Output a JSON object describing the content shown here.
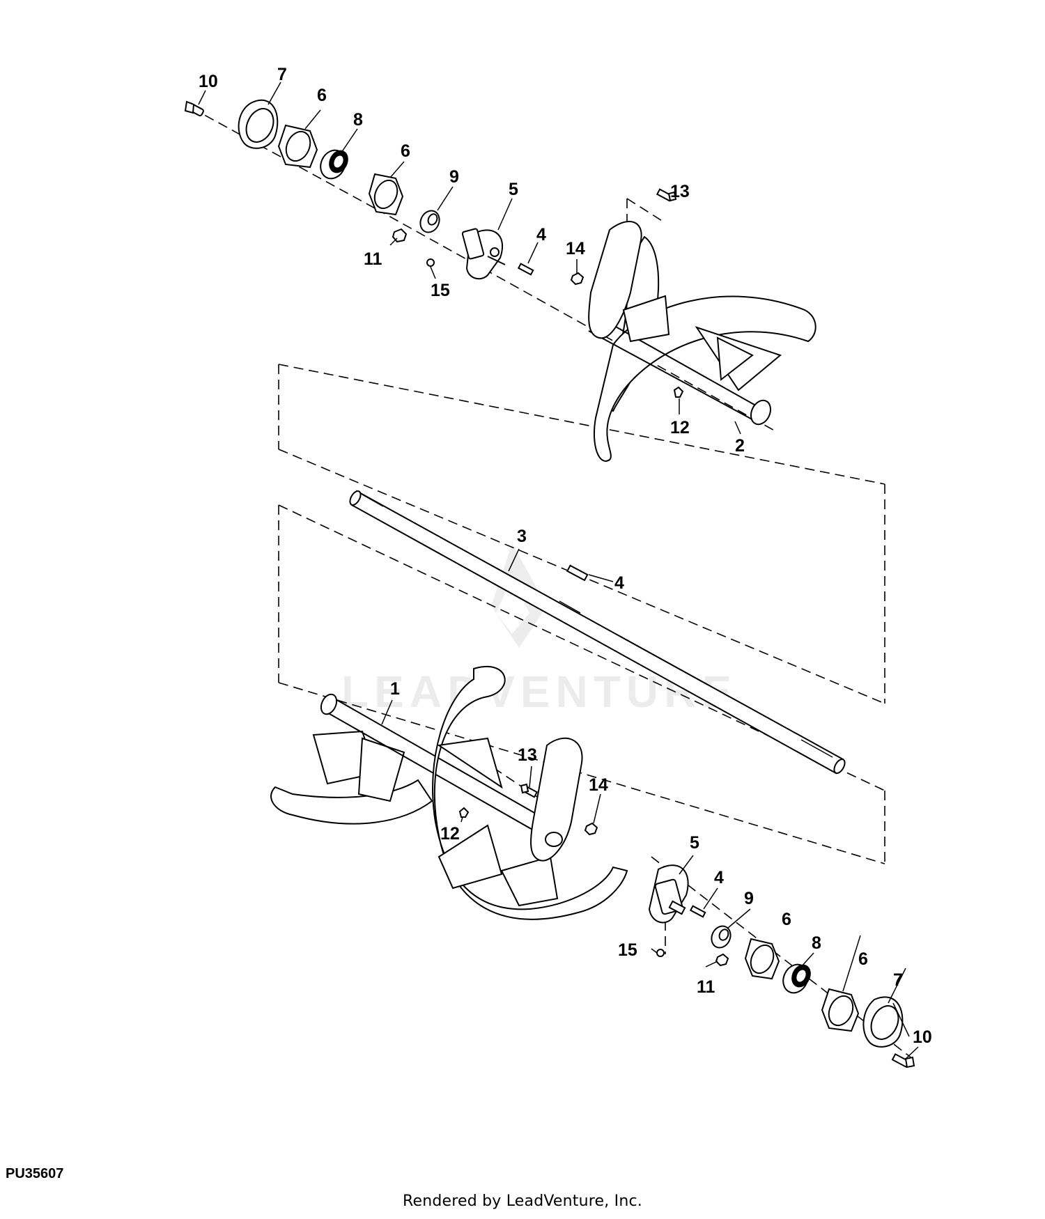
{
  "figure": {
    "id": "PU35607",
    "credit": "Rendered by LeadVenture, Inc.",
    "watermark": "LEADVENTURE"
  },
  "callouts": {
    "top_bolt_10": "10",
    "top_flange_7": "7",
    "top_flange_6a": "6",
    "top_bearing_8": "8",
    "top_flange_6b": "6",
    "top_bushing_9": "9",
    "top_plate_5": "5",
    "top_nut_11": "11",
    "top_screw_15": "15",
    "top_key_4": "4",
    "top_nut_14": "14",
    "top_bolt_13": "13",
    "auger_nut_12_top": "12",
    "auger_2": "2",
    "shaft_3": "3",
    "shaft_key_4": "4",
    "auger_1": "1",
    "bottom_bolt_13": "13",
    "bottom_nut_14": "14",
    "auger_nut_12_bottom": "12",
    "bottom_plate_5": "5",
    "bottom_key_4": "4",
    "bottom_bushing_9": "9",
    "bottom_flange_6a": "6",
    "bottom_bearing_8": "8",
    "bottom_flange_6b": "6",
    "bottom_flange_7": "7",
    "bottom_screw_15": "15",
    "bottom_nut_11": "11",
    "bottom_bolt_10": "10"
  }
}
